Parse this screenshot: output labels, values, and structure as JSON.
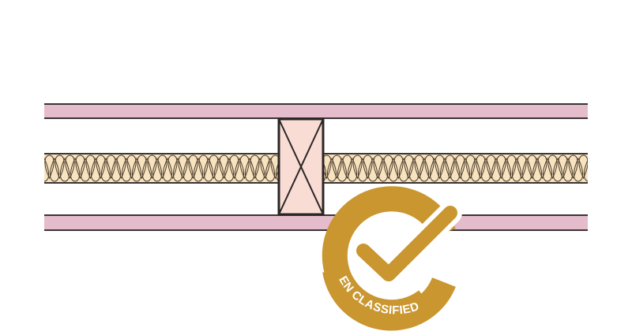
{
  "diagram": {
    "type": "wall-section",
    "description": "Timber stud partition cross-section with plasterboard both sides and mineral wool insulation",
    "layers": [
      {
        "name": "plasterboard-top",
        "color": "#e4bccb"
      },
      {
        "name": "insulation",
        "color": "#f8e3c0"
      },
      {
        "name": "plasterboard-bottom",
        "color": "#e4bccb"
      }
    ],
    "stud": {
      "name": "timber-stud",
      "color": "#f9ddd4"
    },
    "line_color": "#2e2a2a"
  },
  "badge": {
    "text": "EN CLASSIFIED",
    "color": "#c9962f",
    "icon": "check-icon"
  }
}
